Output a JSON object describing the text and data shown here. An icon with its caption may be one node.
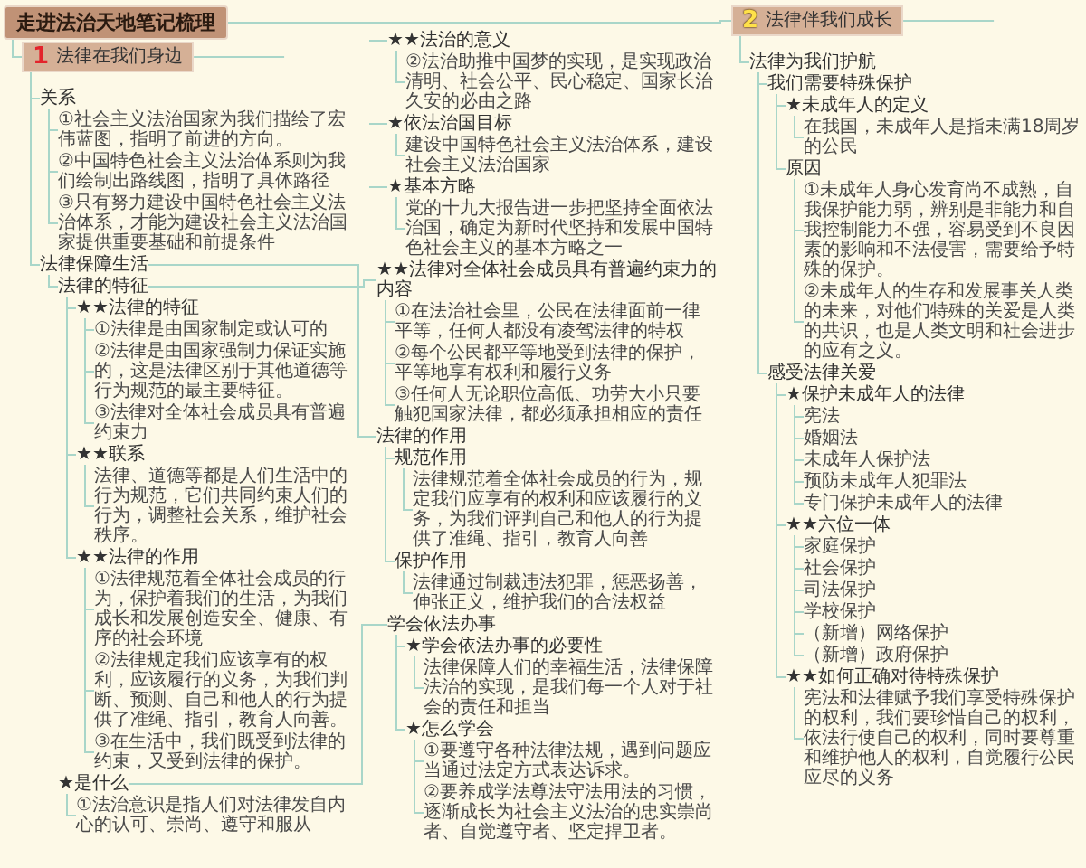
{
  "diagram": {
    "nodes": [
      {
        "text": [
          "走进法治天地笔记梳理"
        ]
      },
      {
        "text": [
          "★★法治的意义"
        ]
      },
      {
        "text": [
          "②法治助推中国梦的实现，是实现政治清明、社会公平、民心稳定、国家长治久安的必由之路"
        ]
      },
      {
        "text": [
          "★依法治国目标"
        ]
      },
      {
        "text": [
          "建设中国特色社会主义法治体系，建设社会主义法治国家"
        ]
      },
      {
        "text": [
          "★基本方略"
        ]
      },
      {
        "text": [
          "党的十九大报告进一步把坚持全面依法治国，确定为新时代坚持和发展中国特色社会主义的基本方略之一"
        ]
      },
      {
        "text": [
          "1",
          "法律在我们身边"
        ]
      },
      {
        "text": [
          "关系"
        ]
      },
      {
        "text": [
          "①社会主义法治国家为我们描绘了宏伟蓝图，指明了前进的方向。"
        ]
      },
      {
        "text": [
          "②中国特色社会主义法治体系则为我们绘制出路线图，指明了具体路径"
        ]
      },
      {
        "text": [
          "③只有努力建设中国特色社会主义法治体系，才能为建设社会主义法治国家提供重要基础和前提条件"
        ]
      },
      {
        "text": [
          "法律保障生活"
        ]
      },
      {
        "text": [
          "法律的特征"
        ]
      },
      {
        "text": [
          "★★法律的特征"
        ]
      },
      {
        "text": [
          "①法律是由国家制定或认可的"
        ]
      },
      {
        "text": [
          "②法律是由国家强制力保证实施的，这是法律区别于其他道德等行为规范的最主要特征。"
        ]
      },
      {
        "text": [
          "③法律对全体社会成员具有普遍约束力"
        ]
      },
      {
        "text": [
          "★★联系"
        ]
      },
      {
        "text": [
          "法律、道德等都是人们生活中的行为规范，它们共同约束人们的行为，调整社会关系，维护社会秩序。"
        ]
      },
      {
        "text": [
          "★★法律的作用"
        ]
      },
      {
        "text": [
          "①法律规范着全体社会成员的行为，保护着我们的生活，为我们成长和发展创造安全、健康、有序的社会环境"
        ]
      },
      {
        "text": [
          "②法律规定我们应该享有的权利，应该履行的义务，为我们判断、预测、自己和他人的行为提供了准绳、指引，教育人向善。"
        ]
      },
      {
        "text": [
          "③在生活中，我们既受到法律的约束，又受到法律的保护。"
        ]
      },
      {
        "text": [
          "★★法律对全体社会成员具有普遍约束力的内容"
        ]
      },
      {
        "text": [
          "①在法治社会里，公民在法律面前一律平等，任何人都没有凌驾法律的特权"
        ]
      },
      {
        "text": [
          "②每个公民都平等地受到法律的保护，平等地享有权利和履行义务"
        ]
      },
      {
        "text": [
          "③任何人无论职位高低、功劳大小只要触犯国家法律，都必须承担相应的责任"
        ]
      },
      {
        "text": [
          "法律的作用"
        ]
      },
      {
        "text": [
          "规范作用"
        ]
      },
      {
        "text": [
          "法律规范着全体社会成员的行为，规定我们应享有的权利和应该履行的义务，为我们评判自己和他人的行为提供了准绳、指引，教育人向善"
        ]
      },
      {
        "text": [
          "保护作用"
        ]
      },
      {
        "text": [
          "法律通过制裁违法犯罪，惩恶扬善，伸张正义，维护我们的合法权益"
        ]
      },
      {
        "text": [
          "2",
          "法律伴我们成长"
        ]
      },
      {
        "text": [
          "法律为我们护航"
        ]
      },
      {
        "text": [
          "我们需要特殊保护"
        ]
      },
      {
        "text": [
          "★未成年人的定义"
        ]
      },
      {
        "text": [
          "在我国，未成年人是指未满18周岁的公民"
        ]
      },
      {
        "text": [
          "原因"
        ]
      },
      {
        "text": [
          "①未成年人身心发育尚不成熟，自我保护能力弱，辨别是非能力和自我控制能力不强，容易受到不良因素的影响和不法侵害，需要给予特殊的保护。"
        ]
      },
      {
        "text": [
          "②未成年人的生存和发展事关人类的未来，对他们特殊的关爱是人类的共识，也是人类文明和社会进步的应有之义。"
        ]
      },
      {
        "text": [
          "感受法律关爱"
        ]
      },
      {
        "text": [
          "★保护未成年人的法律"
        ]
      },
      {
        "text": [
          "宪法"
        ]
      },
      {
        "text": [
          "婚姻法"
        ]
      },
      {
        "text": [
          "未成年人保护法"
        ]
      },
      {
        "text": [
          "预防未成年人犯罪法"
        ]
      },
      {
        "text": [
          "专门保护未成年人的法律"
        ]
      },
      {
        "text": [
          "★★六位一体"
        ]
      },
      {
        "text": [
          "家庭保护"
        ]
      },
      {
        "text": [
          "社会保护"
        ]
      },
      {
        "text": [
          "司法保护"
        ]
      },
      {
        "text": [
          "学校保护"
        ]
      },
      {
        "text": [
          "（新增）网络保护"
        ]
      },
      {
        "text": [
          "（新增）政府保护"
        ]
      },
      {
        "text": [
          "★★如何正确对待特殊保护"
        ]
      },
      {
        "text": [
          "宪法和法律赋予我们享受特殊保护的权利，我们要珍惜自己的权利，依法行使自己的权利，同时要尊重和维护他人的权利，自觉履行公民应尽的义务"
        ]
      },
      {
        "text": [
          "学会依法办事"
        ]
      },
      {
        "text": [
          "★学会依法办事的必要性"
        ]
      },
      {
        "text": [
          "法律保障人们的幸福生活，法律保障法治的实现，是我们每一个人对于社会的责任和担当"
        ]
      },
      {
        "text": [
          "★怎么学会"
        ]
      },
      {
        "text": [
          "①要遵守各种法律法规，遇到问题应当通过法定方式表达诉求。"
        ]
      },
      {
        "text": [
          "②要养成学法尊法守法用法的习惯，逐渐成长为社会主义法治的忠实崇尚者、自觉遵守者、坚定捍卫者。"
        ]
      },
      {
        "text": [
          "★是什么"
        ]
      },
      {
        "text": [
          "①法治意识是指人们对法律发自内心的认可、崇尚、遵守和服从"
        ]
      }
    ],
    "edges": [
      {
        "from": null,
        "to": 1,
        "arrow": "none"
      },
      {
        "from": 1,
        "to": 2,
        "arrow": "none"
      },
      {
        "from": null,
        "to": 3,
        "arrow": "none"
      },
      {
        "from": 3,
        "to": 4,
        "arrow": "none"
      },
      {
        "from": null,
        "to": 5,
        "arrow": "none"
      },
      {
        "from": 5,
        "to": 6,
        "arrow": "none"
      },
      {
        "from": 0,
        "to": 7,
        "arrow": "none"
      },
      {
        "from": 7,
        "to": null,
        "arrow": "none"
      },
      {
        "from": 7,
        "to": 8,
        "arrow": "none"
      },
      {
        "from": 8,
        "to": 9,
        "arrow": "none"
      },
      {
        "from": 8,
        "to": 10,
        "arrow": "none"
      },
      {
        "from": 8,
        "to": 11,
        "arrow": "none"
      },
      {
        "from": 7,
        "to": 12,
        "arrow": "none"
      },
      {
        "from": 12,
        "to": 13,
        "arrow": "none"
      },
      {
        "from": 13,
        "to": 14,
        "arrow": "none"
      },
      {
        "from": 14,
        "to": 15,
        "arrow": "none"
      },
      {
        "from": 14,
        "to": 16,
        "arrow": "none"
      },
      {
        "from": 14,
        "to": 17,
        "arrow": "none"
      },
      {
        "from": 13,
        "to": 18,
        "arrow": "none"
      },
      {
        "from": 18,
        "to": 19,
        "arrow": "none"
      },
      {
        "from": 13,
        "to": 20,
        "arrow": "none"
      },
      {
        "from": 20,
        "to": 21,
        "arrow": "none"
      },
      {
        "from": 20,
        "to": 22,
        "arrow": "none"
      },
      {
        "from": 20,
        "to": 23,
        "arrow": "none"
      },
      {
        "from": 13,
        "to": 24,
        "arrow": "none"
      },
      {
        "from": 24,
        "to": 25,
        "arrow": "none"
      },
      {
        "from": 24,
        "to": 26,
        "arrow": "none"
      },
      {
        "from": 24,
        "to": 27,
        "arrow": "none"
      },
      {
        "from": 12,
        "to": 28,
        "arrow": "none"
      },
      {
        "from": 28,
        "to": 29,
        "arrow": "none"
      },
      {
        "from": 29,
        "to": 30,
        "arrow": "none"
      },
      {
        "from": 28,
        "to": 31,
        "arrow": "none"
      },
      {
        "from": 31,
        "to": 32,
        "arrow": "none"
      },
      {
        "from": 0,
        "to": 33,
        "arrow": "none"
      },
      {
        "from": 33,
        "to": 34,
        "arrow": "none"
      },
      {
        "from": 33,
        "to": null,
        "arrow": "none"
      },
      {
        "from": 34,
        "to": 35,
        "arrow": "none"
      },
      {
        "from": 35,
        "to": 36,
        "arrow": "none"
      },
      {
        "from": 36,
        "to": 37,
        "arrow": "none"
      },
      {
        "from": 35,
        "to": 38,
        "arrow": "none"
      },
      {
        "from": 38,
        "to": 39,
        "arrow": "none"
      },
      {
        "from": 38,
        "to": 40,
        "arrow": "none"
      },
      {
        "from": 34,
        "to": 41,
        "arrow": "none"
      },
      {
        "from": 41,
        "to": 42,
        "arrow": "none"
      },
      {
        "from": 42,
        "to": 43,
        "arrow": "none"
      },
      {
        "from": 42,
        "to": 44,
        "arrow": "none"
      },
      {
        "from": 42,
        "to": 45,
        "arrow": "none"
      },
      {
        "from": 42,
        "to": 46,
        "arrow": "none"
      },
      {
        "from": 42,
        "to": 47,
        "arrow": "none"
      },
      {
        "from": 41,
        "to": 48,
        "arrow": "none"
      },
      {
        "from": 48,
        "to": 49,
        "arrow": "none"
      },
      {
        "from": 48,
        "to": 50,
        "arrow": "none"
      },
      {
        "from": 48,
        "to": 51,
        "arrow": "none"
      },
      {
        "from": 48,
        "to": 52,
        "arrow": "none"
      },
      {
        "from": 48,
        "to": 53,
        "arrow": "none"
      },
      {
        "from": 48,
        "to": 54,
        "arrow": "none"
      },
      {
        "from": 41,
        "to": 55,
        "arrow": "none"
      },
      {
        "from": 55,
        "to": 56,
        "arrow": "none"
      },
      {
        "from": null,
        "to": 57,
        "arrow": "none"
      },
      {
        "from": 57,
        "to": 58,
        "arrow": "none"
      },
      {
        "from": 58,
        "to": 59,
        "arrow": "none"
      },
      {
        "from": 57,
        "to": 60,
        "arrow": "none"
      },
      {
        "from": 60,
        "to": 61,
        "arrow": "none"
      },
      {
        "from": 60,
        "to": 62,
        "arrow": "none"
      },
      {
        "from": 57,
        "to": 63,
        "arrow": "none"
      },
      {
        "from": 63,
        "to": 64,
        "arrow": "none"
      }
    ]
  }
}
